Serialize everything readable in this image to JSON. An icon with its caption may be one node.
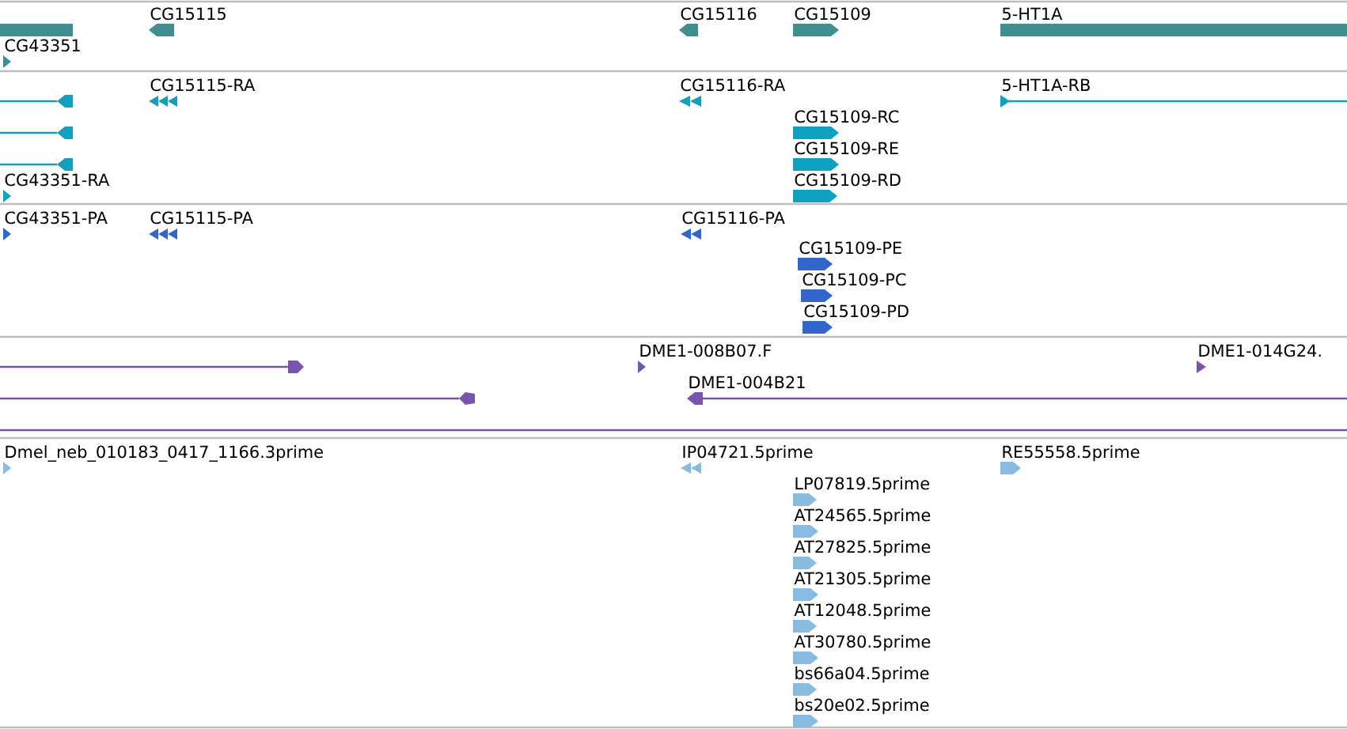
{
  "diagram": {
    "nodes": [
      {
        "text": [],
        "shape": "bar"
      },
      {
        "text": [
          "CG15115"
        ]
      },
      {
        "text": [
          "CG15116"
        ]
      },
      {
        "text": [
          "CG15109"
        ]
      },
      {
        "text": [
          "5-HT1A"
        ]
      },
      {
        "text": [
          "CG43351"
        ]
      },
      {
        "text": [],
        "shape": "line"
      },
      {
        "text": [
          "CG15115-RA"
        ]
      },
      {
        "text": [
          "CG15116-RA"
        ]
      },
      {
        "text": [
          "5-HT1A-RB"
        ]
      },
      {
        "text": [
          "CG15109-RC"
        ]
      },
      {
        "text": [],
        "shape": "line"
      },
      {
        "text": [
          "CG15109-RE"
        ]
      },
      {
        "text": [],
        "shape": "line"
      },
      {
        "text": [
          "CG43351-RA"
        ]
      },
      {
        "text": [
          "CG15109-RD"
        ]
      },
      {
        "text": [
          "CG43351-PA"
        ]
      },
      {
        "text": [
          "CG15115-PA"
        ]
      },
      {
        "text": [
          "CG15116-PA"
        ]
      },
      {
        "text": [
          "CG15109-PE"
        ]
      },
      {
        "text": [
          "CG15109-PC"
        ]
      },
      {
        "text": [
          "CG15109-PD"
        ]
      },
      {
        "text": [],
        "shape": "line"
      },
      {
        "text": [
          "DME1-008B07.F"
        ]
      },
      {
        "text": [
          "DME1-014G24."
        ]
      },
      {
        "text": [],
        "shape": "line"
      },
      {
        "text": [
          "DME1-004B21"
        ]
      },
      {
        "text": [],
        "shape": "line"
      },
      {
        "text": [
          "Dmel_neb_010183_0417_1166.3prime"
        ]
      },
      {
        "text": [
          "IP04721.5prime"
        ]
      },
      {
        "text": [
          "RE55558.5prime"
        ]
      },
      {
        "text": [
          "LP07819.5prime"
        ]
      },
      {
        "text": [
          "AT24565.5prime"
        ]
      },
      {
        "text": [
          "AT27825.5prime"
        ]
      },
      {
        "text": [
          "AT21305.5prime"
        ]
      },
      {
        "text": [
          "AT12048.5prime"
        ]
      },
      {
        "text": [
          "AT30780.5prime"
        ]
      },
      {
        "text": [
          "bs66a04.5prime"
        ]
      },
      {
        "text": [
          "bs20e02.5prime"
        ]
      }
    ]
  }
}
